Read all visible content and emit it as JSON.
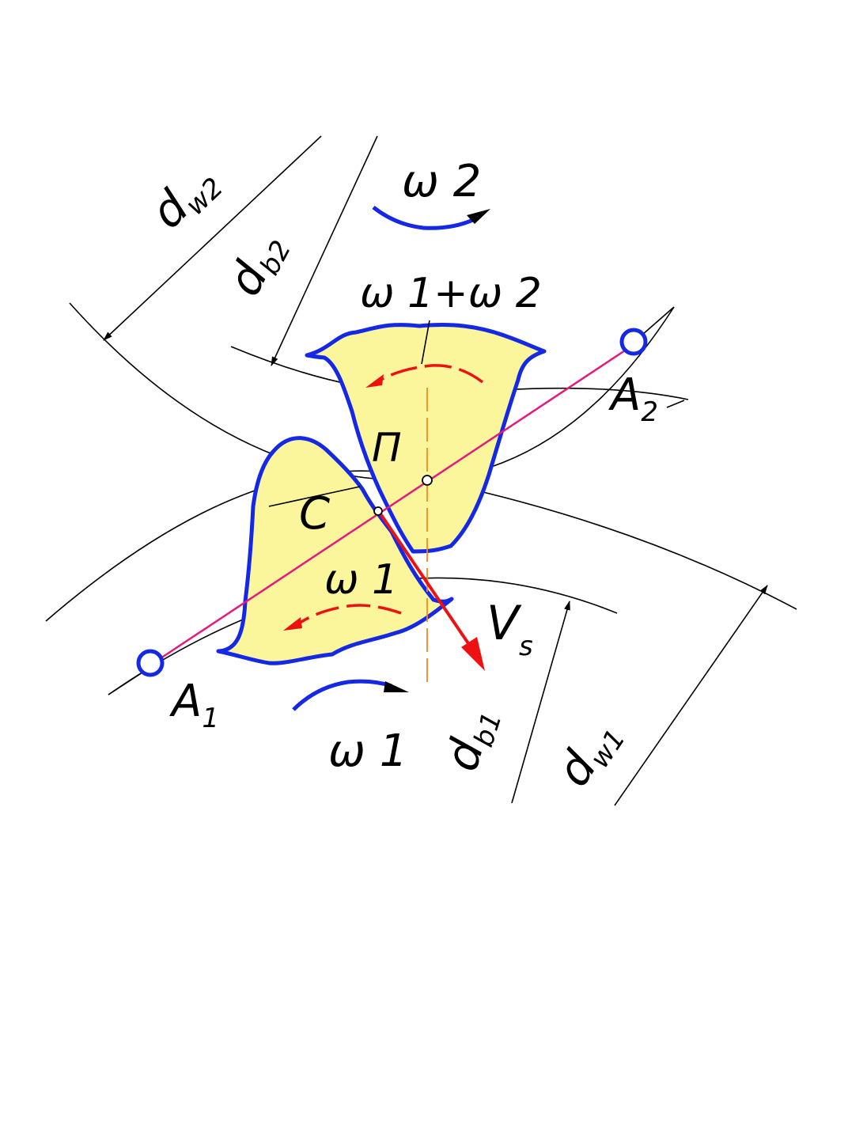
{
  "labels": {
    "omega2_top": "ω 2",
    "relative": "ω 1+ω 2",
    "pole": "П",
    "contact": "C",
    "omega1_mid": "ω 1",
    "omega1_bottom": "ω 1",
    "sliding_velocity": "V",
    "sliding_velocity_sub": "s",
    "pitch_diameter_2": "d",
    "pitch_diameter_2_sub": "w2",
    "base_diameter_2": "d",
    "base_diameter_2_sub": "b2",
    "pitch_diameter_1": "d",
    "pitch_diameter_1_sub": "w1",
    "base_diameter_1": "d",
    "base_diameter_1_sub": "b1",
    "center_1": "A",
    "center_1_sub": "1",
    "center_2": "A",
    "center_2_sub": "2"
  },
  "colors": {
    "tooth_fill": "#fbf59c",
    "tooth_outline": "#1428e6",
    "line_of_action": "#e6197d",
    "velocity": "#ee1111",
    "axis": "#f08a1e",
    "construction": "#000000"
  }
}
